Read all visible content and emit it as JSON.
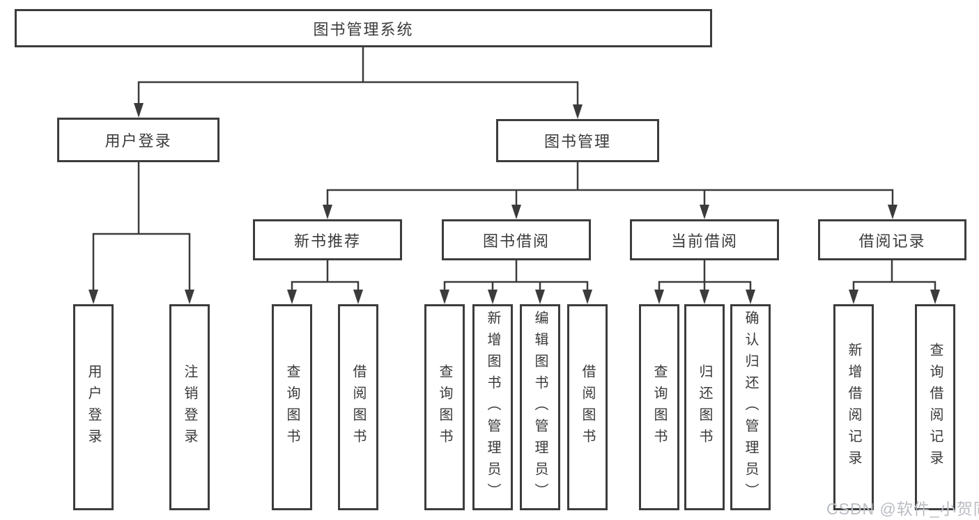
{
  "diagram": {
    "root": {
      "label": "图书管理系统"
    },
    "level2": {
      "user_login": {
        "label": "用户登录"
      },
      "book_mgmt": {
        "label": "图书管理"
      }
    },
    "level3": {
      "new_book_rec": {
        "label": "新书推荐"
      },
      "book_borrow": {
        "label": "图书借阅"
      },
      "current_borrow": {
        "label": "当前借阅"
      },
      "borrow_records": {
        "label": "借阅记录"
      }
    },
    "leaves": {
      "user_login": [
        "用户登录",
        "注销登录"
      ],
      "new_book_rec": [
        "查询图书",
        "借阅图书"
      ],
      "book_borrow": [
        "查询图书",
        "新增图书（管理员）",
        "编辑图书（管理员）",
        "借阅图书"
      ],
      "current_borrow": [
        "查询图书",
        "归还图书",
        "确认归还（管理员）"
      ],
      "borrow_records": [
        "新增借阅记录",
        "查询借阅记录"
      ]
    }
  },
  "watermark": "CSDN @软件_小贺同学",
  "colors": {
    "line": "#3b3b3b",
    "box_border": "#3c3c3c",
    "text": "#3a3a3a",
    "watermark": "#b9bdc3",
    "background": "#ffffff"
  }
}
